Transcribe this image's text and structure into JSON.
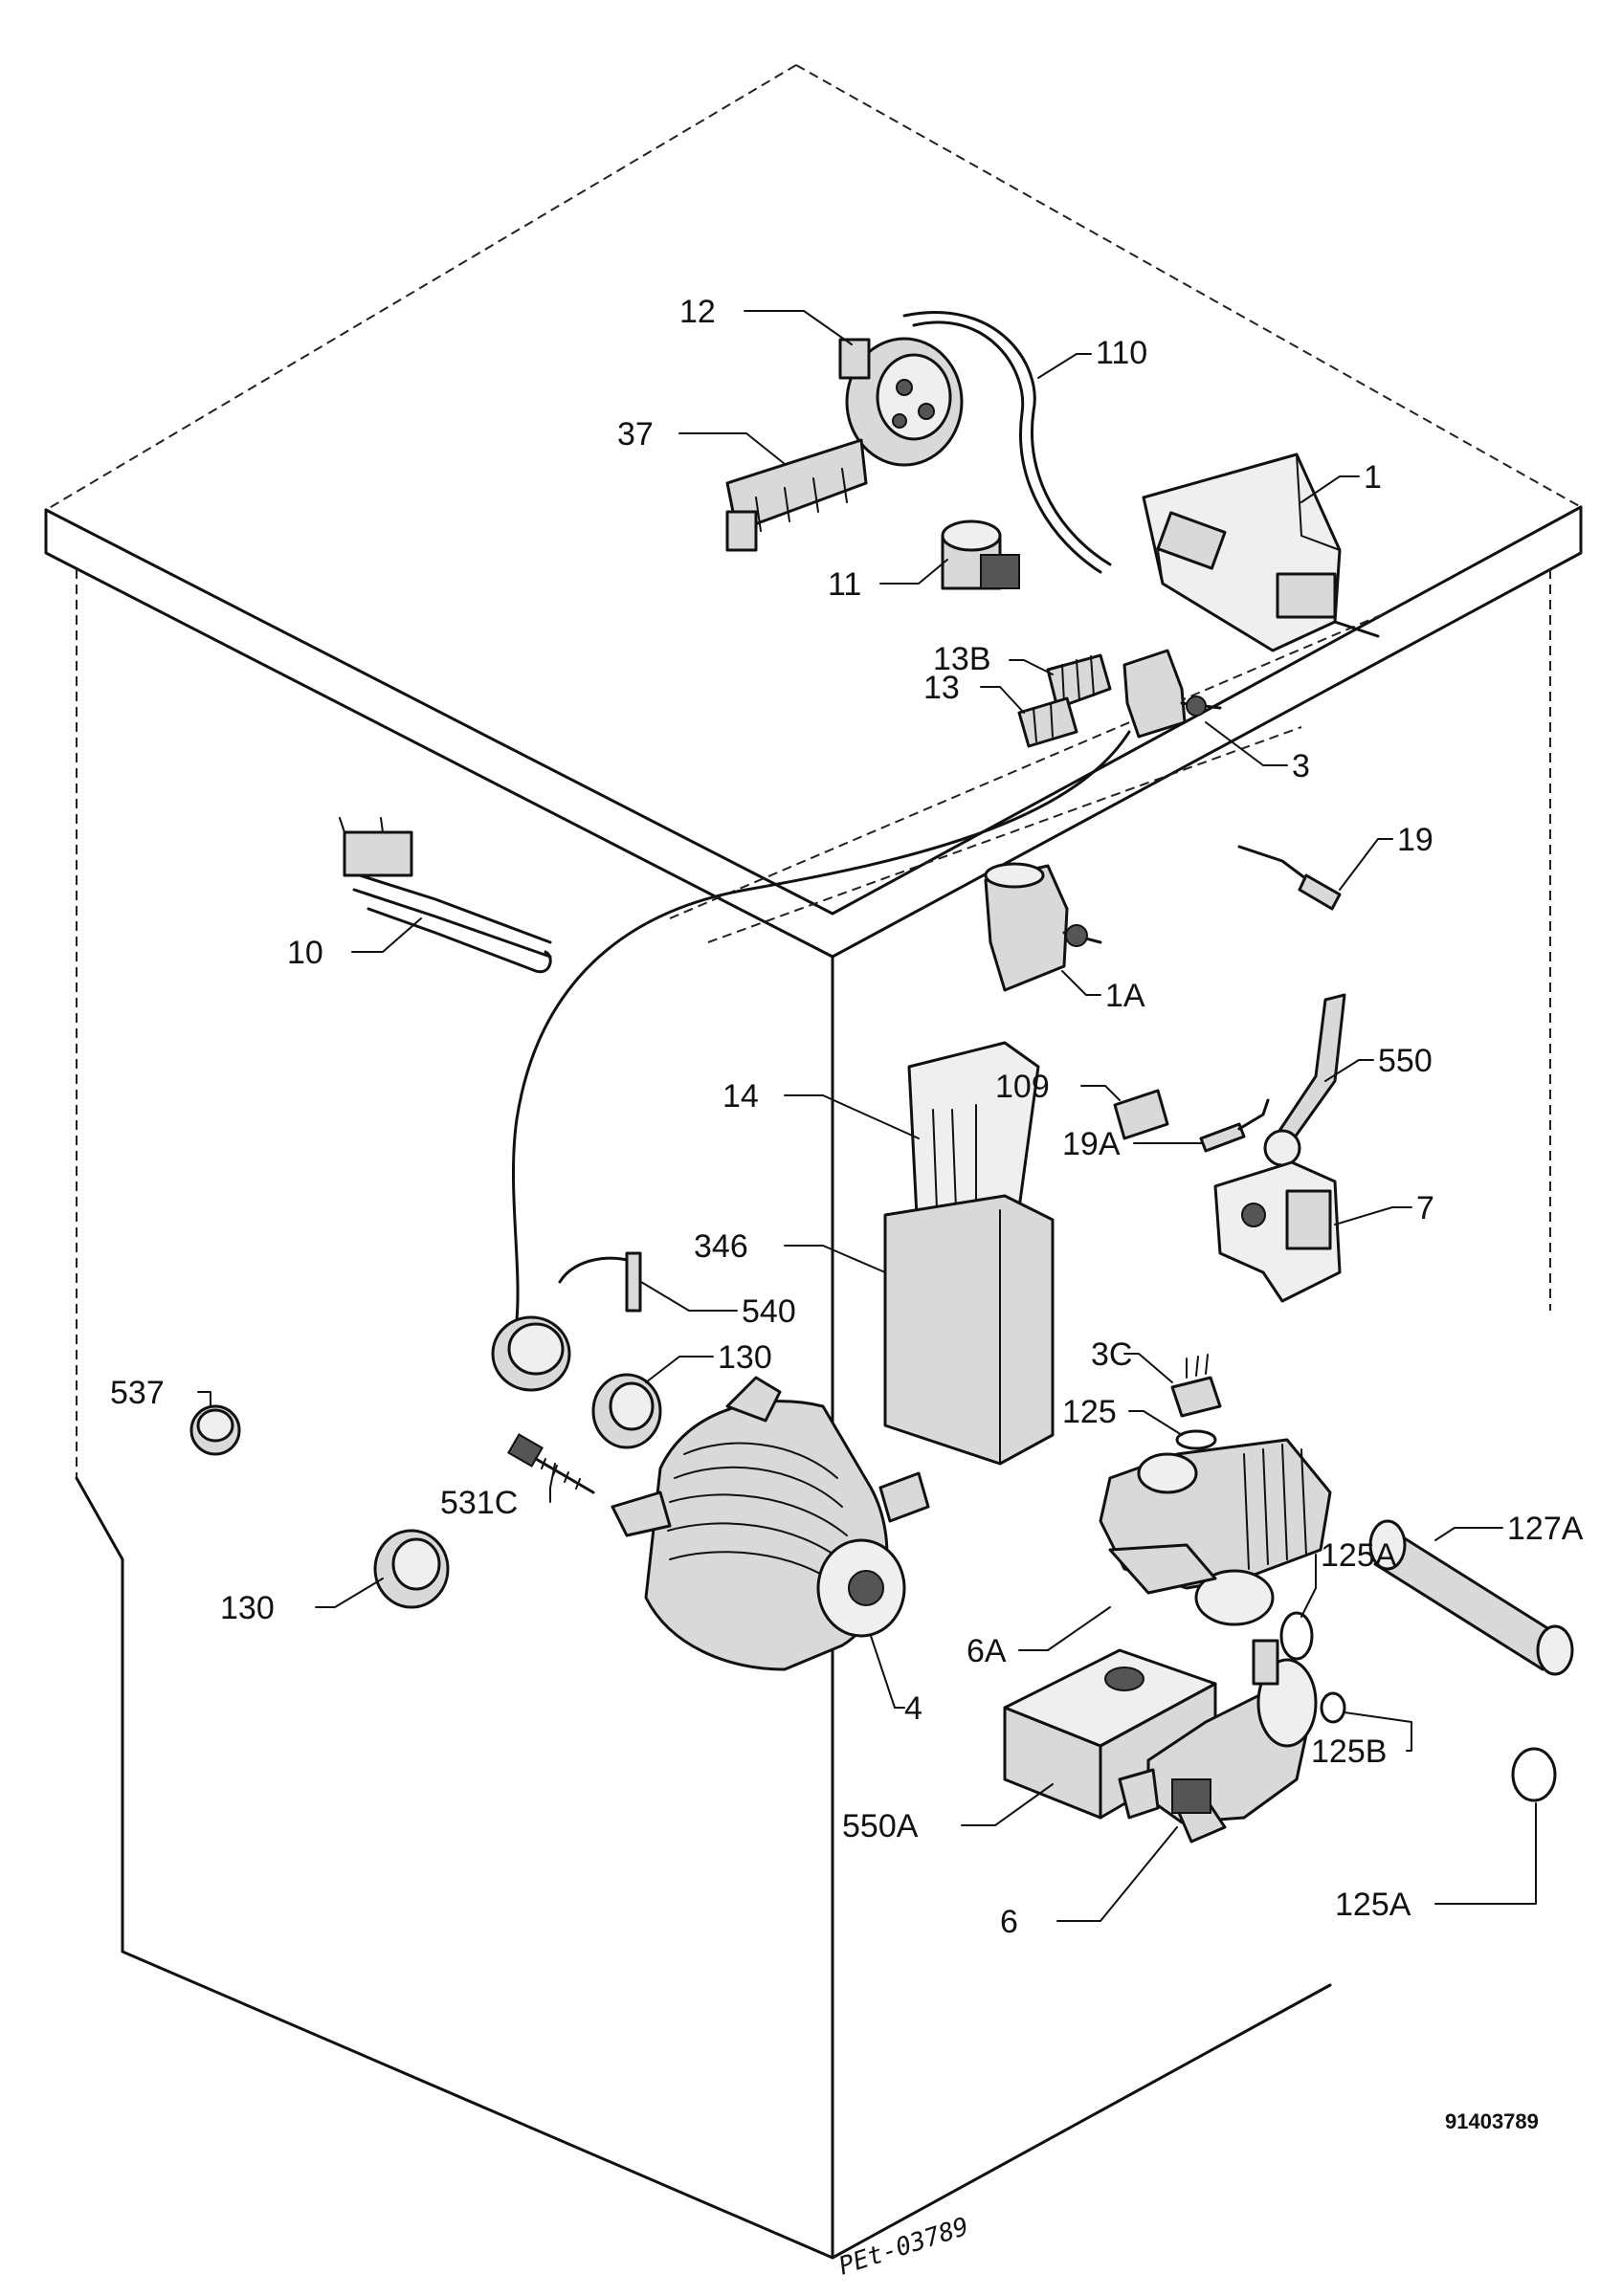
{
  "drawing": {
    "code": "91403789",
    "handwritten_ref": "PEt-03789"
  },
  "callouts": [
    {
      "id": "l-12",
      "text": "12"
    },
    {
      "id": "l-110",
      "text": "110"
    },
    {
      "id": "l-37",
      "text": "37"
    },
    {
      "id": "l-1",
      "text": "1"
    },
    {
      "id": "l-11",
      "text": "11"
    },
    {
      "id": "l-13b",
      "text": "13B"
    },
    {
      "id": "l-13",
      "text": "13"
    },
    {
      "id": "l-3",
      "text": "3"
    },
    {
      "id": "l-19",
      "text": "19"
    },
    {
      "id": "l-10",
      "text": "10"
    },
    {
      "id": "l-1a",
      "text": "1A"
    },
    {
      "id": "l-109",
      "text": "109"
    },
    {
      "id": "l-550",
      "text": "550"
    },
    {
      "id": "l-14",
      "text": "14"
    },
    {
      "id": "l-19a",
      "text": "19A"
    },
    {
      "id": "l-7",
      "text": "7"
    },
    {
      "id": "l-346",
      "text": "346"
    },
    {
      "id": "l-540",
      "text": "540"
    },
    {
      "id": "l-3c",
      "text": "3C"
    },
    {
      "id": "l-537",
      "text": "537"
    },
    {
      "id": "l-130a",
      "text": "130"
    },
    {
      "id": "l-125",
      "text": "125"
    },
    {
      "id": "l-531c",
      "text": "531C"
    },
    {
      "id": "l-127a",
      "text": "127A"
    },
    {
      "id": "l-125a1",
      "text": "125A"
    },
    {
      "id": "l-130b",
      "text": "130"
    },
    {
      "id": "l-6a",
      "text": "6A"
    },
    {
      "id": "l-4",
      "text": "4"
    },
    {
      "id": "l-125b",
      "text": "125B"
    },
    {
      "id": "l-550a",
      "text": "550A"
    },
    {
      "id": "l-6",
      "text": "6"
    },
    {
      "id": "l-125a2",
      "text": "125A"
    }
  ]
}
